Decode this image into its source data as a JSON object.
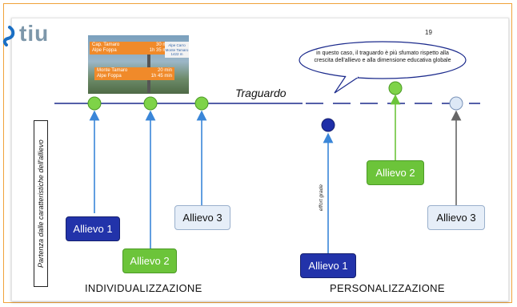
{
  "logo": {
    "text": "tiu"
  },
  "page_number": "19",
  "photo_sign": {
    "top_rows": [
      [
        "Cap. Tamaro",
        "30 min"
      ],
      [
        "Alpe Foppa",
        "1h 35 min"
      ]
    ],
    "bottom_rows": [
      [
        "Monte Tamaro",
        "20 min"
      ],
      [
        "Alpe Foppa",
        "1h 45 min"
      ]
    ],
    "white_sign_lines": [
      "Alpe Carro",
      "Monte Tamaro",
      "1422 m"
    ]
  },
  "callout": {
    "text": "in questo caso, il traguardo è più sfumato rispetto alla crescita dell'allievo e alla dimensione educativa globale"
  },
  "finish_label": "Traguardo",
  "axis_label": "Partenza dalle caratteristiche dell'allievo",
  "effort_label": "effort grade",
  "students": {
    "ind_1": "Allievo 1",
    "ind_2": "Allievo 2",
    "ind_3": "Allievo 3",
    "pers_1": "Allievo 1",
    "pers_2": "Allievo 2",
    "pers_3": "Allievo 3"
  },
  "sections": {
    "left": "INDIVIDUALIZZAZIONE",
    "right": "PERSONALIZZAZIONE"
  },
  "colors": {
    "line": "#1b2a8c",
    "arrow_blue": "#3a86d8",
    "arrow_green": "#6cc43a",
    "arrow_gray": "#666666",
    "green_dot": "#7ed348",
    "navy_dot": "#1f2fa8",
    "light_dot": "#dde8f6",
    "frame": "#f0a23a"
  }
}
